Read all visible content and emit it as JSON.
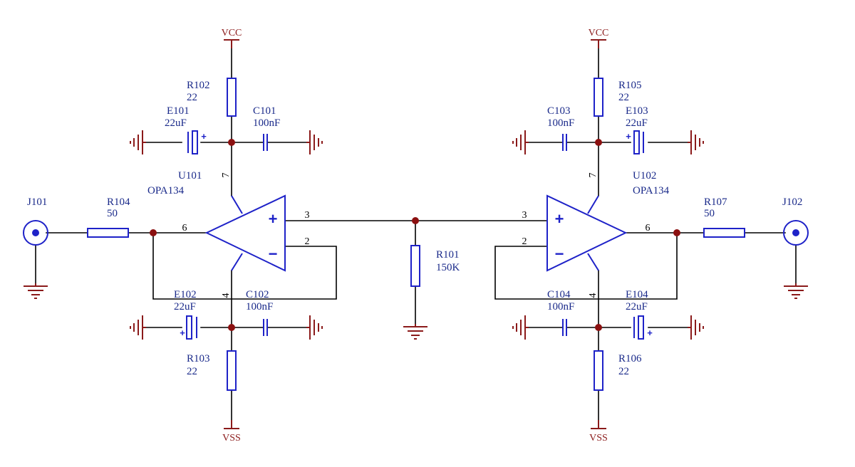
{
  "power": {
    "vcc": "VCC",
    "vss": "VSS"
  },
  "connectors": {
    "j101": "J101",
    "j102": "J102"
  },
  "opamps": {
    "u101": {
      "ref": "U101",
      "value": "OPA134"
    },
    "u102": {
      "ref": "U102",
      "value": "OPA134"
    }
  },
  "resistors": {
    "r101": {
      "ref": "R101",
      "value": "150K"
    },
    "r102": {
      "ref": "R102",
      "value": "22"
    },
    "r103": {
      "ref": "R103",
      "value": "22"
    },
    "r104": {
      "ref": "R104",
      "value": "50"
    },
    "r105": {
      "ref": "R105",
      "value": "22"
    },
    "r106": {
      "ref": "R106",
      "value": "22"
    },
    "r107": {
      "ref": "R107",
      "value": "50"
    }
  },
  "capacitors": {
    "c101": {
      "ref": "C101",
      "value": "100nF"
    },
    "c102": {
      "ref": "C102",
      "value": "100nF"
    },
    "c103": {
      "ref": "C103",
      "value": "100nF"
    },
    "c104": {
      "ref": "C104",
      "value": "100nF"
    }
  },
  "electrolytics": {
    "e101": {
      "ref": "E101",
      "value": "22uF"
    },
    "e102": {
      "ref": "E102",
      "value": "22uF"
    },
    "e103": {
      "ref": "E103",
      "value": "22uF"
    },
    "e104": {
      "ref": "E104",
      "value": "22uF"
    }
  },
  "pins": {
    "u101_vplus": "7",
    "u101_vminus": "4",
    "u101_out": "6",
    "u101_inp": "3",
    "u101_inn": "2",
    "u102_vplus": "7",
    "u102_vminus": "4",
    "u102_out": "6",
    "u102_inp": "3",
    "u102_inn": "2"
  },
  "signs": {
    "plus": "+",
    "minus": "−",
    "polarity": "+"
  }
}
